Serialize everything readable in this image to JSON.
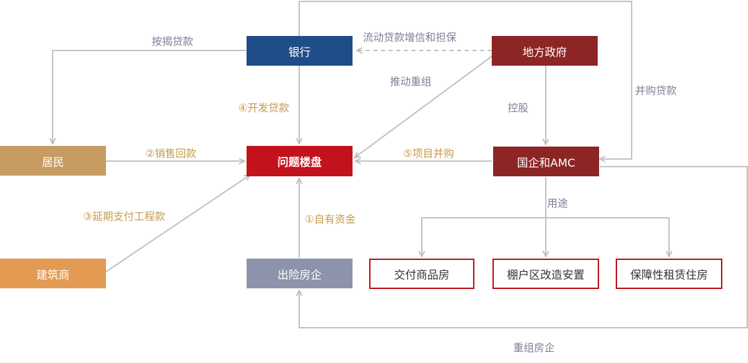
{
  "colors": {
    "bank": "#1f4d8a",
    "gov": "#8e2525",
    "soe": "#8e2525",
    "problem": "#c4121d",
    "resident": "#c69c62",
    "builder": "#e39a53",
    "developer": "#8d93aa",
    "outline_border": "#c0151c",
    "edge": "#bdbdbd",
    "label_gray": "#7c7f95",
    "label_gold": "#c79a4a"
  },
  "nodes": {
    "bank": "银行",
    "gov": "地方政府",
    "resident": "居民",
    "problem": "问题楼盘",
    "soe": "国企和AMC",
    "builder": "建筑商",
    "developer": "出险房企",
    "use1": "交付商品房",
    "use2": "棚户区改造安置",
    "use3": "保障性租赁住房"
  },
  "edge_labels": {
    "mortgage": "按揭贷款",
    "liquidity": "流动贷款增信和担保",
    "push_restructure": "推动重组",
    "merger_loan": "并购贷款",
    "dev_loan": "④开发贷款",
    "control": "控股",
    "sales": "②销售回款",
    "project_merger": "⑤项目并购",
    "usage": "用途",
    "deferred": "③延期支付工程款",
    "own_funds": "①自有资金",
    "restructure_dev": "重组房企"
  }
}
